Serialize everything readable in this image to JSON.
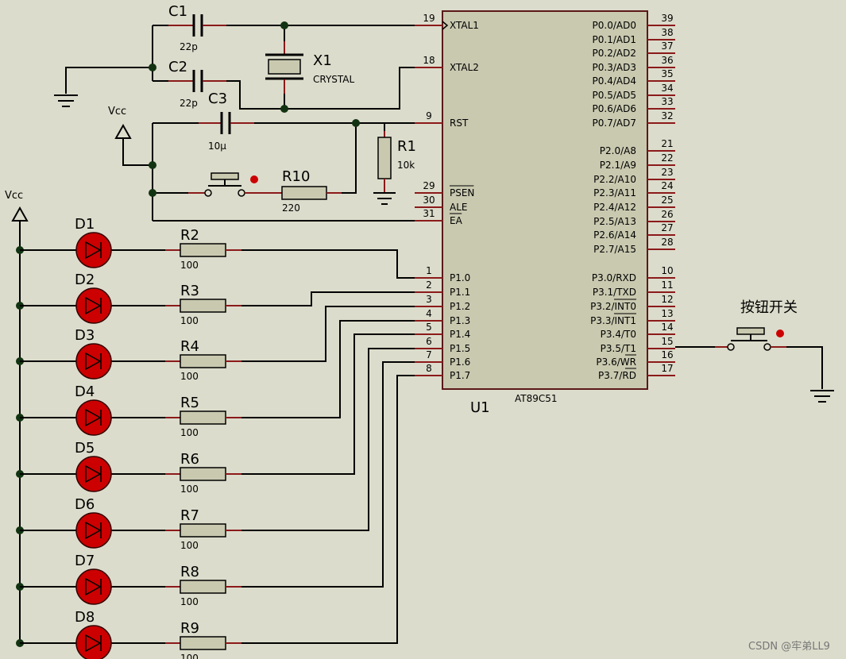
{
  "chip": {
    "ref": "U1",
    "part": "AT89C51",
    "left_pins": [
      {
        "num": "19",
        "name": "XTAL1",
        "overline": false,
        "clock": true
      },
      {
        "num": "18",
        "name": "XTAL2",
        "overline": false
      },
      {
        "num": "9",
        "name": "RST",
        "overline": false
      },
      {
        "num": "29",
        "name": "PSEN",
        "overline": true
      },
      {
        "num": "30",
        "name": "ALE",
        "overline": false
      },
      {
        "num": "31",
        "name": "EA",
        "overline": true
      },
      {
        "num": "1",
        "name": "P1.0"
      },
      {
        "num": "2",
        "name": "P1.1"
      },
      {
        "num": "3",
        "name": "P1.2"
      },
      {
        "num": "4",
        "name": "P1.3"
      },
      {
        "num": "5",
        "name": "P1.4"
      },
      {
        "num": "6",
        "name": "P1.5"
      },
      {
        "num": "7",
        "name": "P1.6"
      },
      {
        "num": "8",
        "name": "P1.7"
      }
    ],
    "right_pins": [
      {
        "num": "39",
        "name": "P0.0/AD0"
      },
      {
        "num": "38",
        "name": "P0.1/AD1"
      },
      {
        "num": "37",
        "name": "P0.2/AD2"
      },
      {
        "num": "36",
        "name": "P0.3/AD3"
      },
      {
        "num": "35",
        "name": "P0.4/AD4"
      },
      {
        "num": "34",
        "name": "P0.5/AD5"
      },
      {
        "num": "33",
        "name": "P0.6/AD6"
      },
      {
        "num": "32",
        "name": "P0.7/AD7"
      },
      {
        "num": "21",
        "name": "P2.0/A8"
      },
      {
        "num": "22",
        "name": "P2.1/A9"
      },
      {
        "num": "23",
        "name": "P2.2/A10"
      },
      {
        "num": "24",
        "name": "P2.3/A11"
      },
      {
        "num": "25",
        "name": "P2.4/A12"
      },
      {
        "num": "26",
        "name": "P2.5/A13"
      },
      {
        "num": "27",
        "name": "P2.6/A14"
      },
      {
        "num": "28",
        "name": "P2.7/A15"
      },
      {
        "num": "10",
        "name": "P3.0/RXD"
      },
      {
        "num": "11",
        "name": "P3.1/TXD"
      },
      {
        "num": "12",
        "name": "P3.2/INT0",
        "overline_part": "INT0"
      },
      {
        "num": "13",
        "name": "P3.3/INT1",
        "overline_part": "INT1"
      },
      {
        "num": "14",
        "name": "P3.4/T0"
      },
      {
        "num": "15",
        "name": "P3.5/T1"
      },
      {
        "num": "16",
        "name": "P3.6/WR",
        "overline_part": "WR"
      },
      {
        "num": "17",
        "name": "P3.7/RD",
        "overline_part": "RD"
      }
    ]
  },
  "components": {
    "c1": {
      "ref": "C1",
      "value": "22p"
    },
    "c2": {
      "ref": "C2",
      "value": "22p"
    },
    "c3": {
      "ref": "C3",
      "value": "10μ"
    },
    "x1": {
      "ref": "X1",
      "value": "CRYSTAL"
    },
    "r1": {
      "ref": "R1",
      "value": "10k"
    },
    "r10": {
      "ref": "R10",
      "value": "220"
    },
    "vcc_top": {
      "label": "Vcc"
    },
    "vcc_left": {
      "label": "Vcc"
    },
    "button": {
      "label": "按钮开关"
    }
  },
  "leds": [
    {
      "ref": "D1",
      "resistor": "R2",
      "value": "100"
    },
    {
      "ref": "D2",
      "resistor": "R3",
      "value": "100"
    },
    {
      "ref": "D3",
      "resistor": "R4",
      "value": "100"
    },
    {
      "ref": "D4",
      "resistor": "R5",
      "value": "100"
    },
    {
      "ref": "D5",
      "resistor": "R6",
      "value": "100"
    },
    {
      "ref": "D6",
      "resistor": "R7",
      "value": "100"
    },
    {
      "ref": "D7",
      "resistor": "R8",
      "value": "100"
    },
    {
      "ref": "D8",
      "resistor": "R9",
      "value": "100"
    }
  ],
  "watermark": "CSDN @牢弟LL9",
  "colors": {
    "background": "#dcdccc",
    "chip_fill": "#c9c9b0",
    "led": "#cc0000",
    "pin_lead": "#8b1a1a"
  }
}
